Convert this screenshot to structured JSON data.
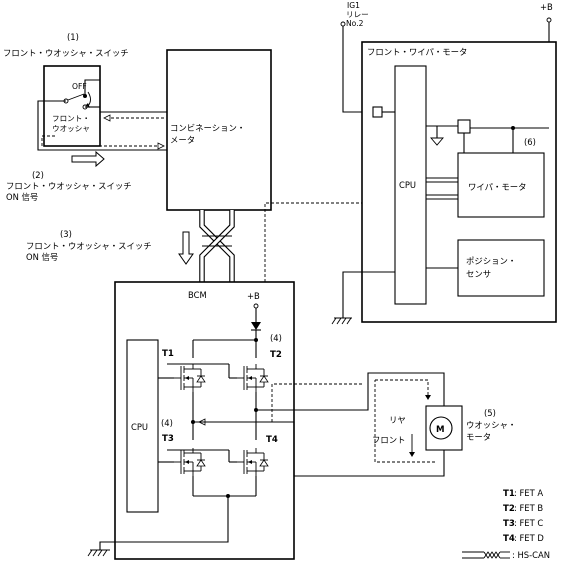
{
  "labels": {
    "sw_num": "(1)",
    "sw_title": "フロント・ウオッシャ・スイッチ",
    "sw_off": "OFF",
    "sw_front1": "フロント・",
    "sw_front2": "ウオッシャ",
    "sig2_num": "(2)",
    "sig2_line1": "フロント・ウオッシャ・スイッチ",
    "sig2_line2": "ON 信号",
    "combi1": "コンビネーション・",
    "combi2": "メータ",
    "sig3_num": "(3)",
    "sig3_line1": "フロント・ウオッシャ・スイッチ",
    "sig3_line2": "ON 信号",
    "ig1_1": "IG1",
    "ig1_2": "リレー",
    "ig1_3": "No.2",
    "plus_b": "+B",
    "motor_title": "フロント・ワイパ・モータ",
    "motor_cpu": "CPU",
    "wiper_motor": "ワイパ・モータ",
    "num6": "(6)",
    "pos1": "ポジション・",
    "pos2": "センサ",
    "bcm": "BCM",
    "bcm_plus_b": "+B",
    "bcm_cpu": "CPU",
    "num4_top": "(4)",
    "t2": "T2",
    "t1": "T1",
    "num4_left": "(4)",
    "t3": "T3",
    "t4": "T4",
    "rear": "リヤ",
    "front": "フロント",
    "m": "M",
    "num5": "(5)",
    "washer1": "ウオッシャ・",
    "washer2": "モータ"
  },
  "legend": [
    {
      "key": "T1",
      "val": " : FET A"
    },
    {
      "key": "T2",
      "val": " : FET B"
    },
    {
      "key": "T3",
      "val": " : FET C"
    },
    {
      "key": "T4",
      "val": " : FET D"
    }
  ],
  "legend_can": ": HS-CAN"
}
